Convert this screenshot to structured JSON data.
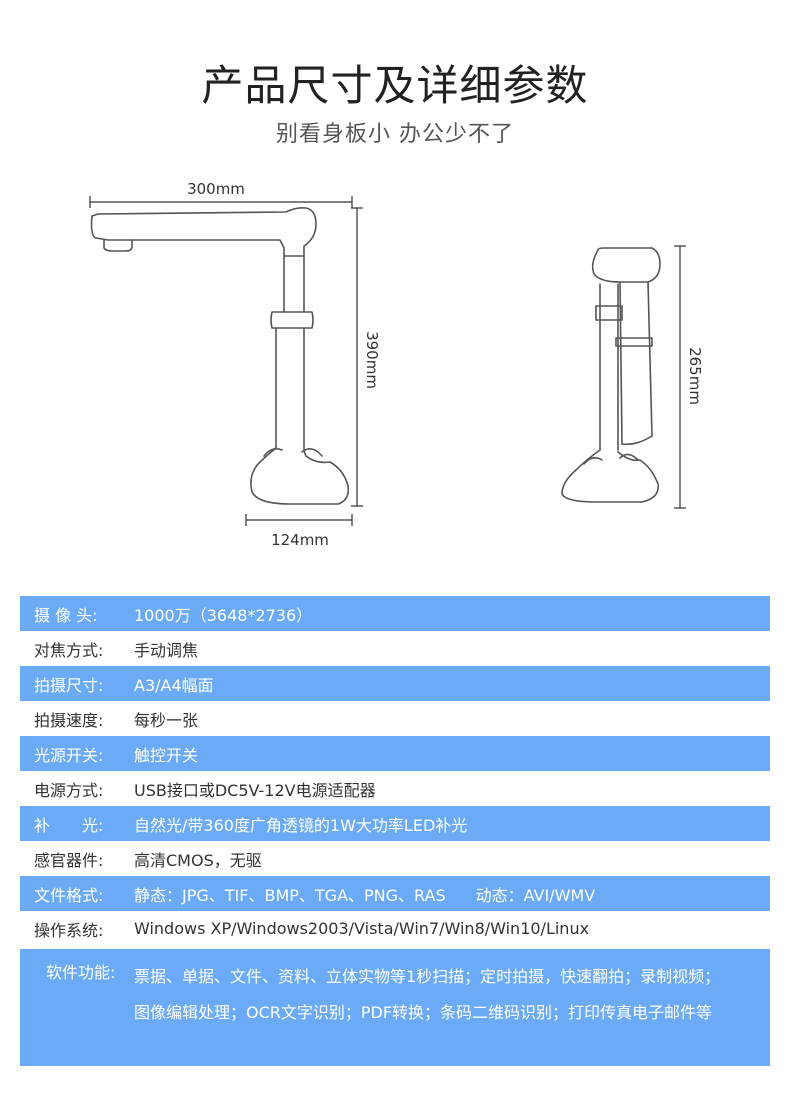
{
  "header": {
    "title": "产品尺寸及详细参数",
    "subtitle": "别看身板小 办公少不了"
  },
  "dimensions": {
    "width": "300mm",
    "height": "390mm",
    "base": "124mm",
    "folded_height": "265mm"
  },
  "specs": [
    {
      "label": "摄 像 头:",
      "value": "1000万（3648*2736）",
      "highlight": true
    },
    {
      "label": "对焦方式:",
      "value": "手动调焦",
      "highlight": false
    },
    {
      "label": "拍摄尺寸:",
      "value": "A3/A4幅面",
      "highlight": true
    },
    {
      "label": "拍摄速度:",
      "value": "每秒一张",
      "highlight": false
    },
    {
      "label": "光源开关:",
      "value": "触控开关",
      "highlight": true
    },
    {
      "label": "电源方式:",
      "value": "USB接口或DC5V-12V电源适配器",
      "highlight": false
    },
    {
      "label": "补　　光:",
      "value": "自然光/带360度广角透镜的1W大功率LED补光",
      "highlight": true
    },
    {
      "label": "感官器件:",
      "value": "高清CMOS，无驱",
      "highlight": false
    },
    {
      "label": "文件格式:",
      "value": "静态：JPG、TIF、BMP、TGA、PNG、RAS",
      "value2": "动态：AVI/WMV",
      "highlight": true
    },
    {
      "label": "操作系统:",
      "value": "Windows XP/Windows2003/Vista/Win7/Win8/Win10/Linux",
      "highlight": false
    }
  ],
  "software": {
    "label": "软件功能:",
    "value": "票据、单据、文件、资料、立体实物等1秒扫描；定时拍摄，快速翻拍；录制视频；图像编辑处理；OCR文字识别；PDF转换；条码二维码识别；打印传真电子邮件等"
  },
  "colors": {
    "highlight": "#6aaaf7",
    "outline": "#555555"
  }
}
